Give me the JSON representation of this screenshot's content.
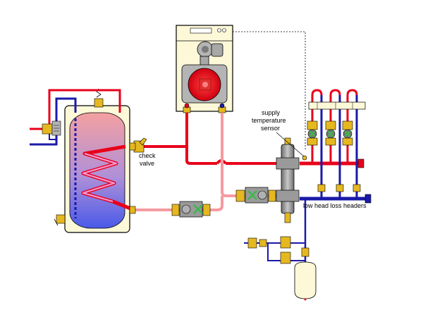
{
  "labels": {
    "check_valve_line1": "check",
    "check_valve_line2": "valve",
    "supply_sensor_line1": "supply",
    "supply_sensor_line2": "temperature",
    "supply_sensor_line3": "sensor",
    "headers": "low head loss headers"
  },
  "colors": {
    "hot_supply": "#e8001a",
    "cool_return": "#1a1aa8",
    "warm_return": "#f59aa0",
    "coil": "#f29ad6",
    "component_fill": "#fcf8d8",
    "brass": "#e6b820",
    "steel": "#8c8c8c"
  }
}
